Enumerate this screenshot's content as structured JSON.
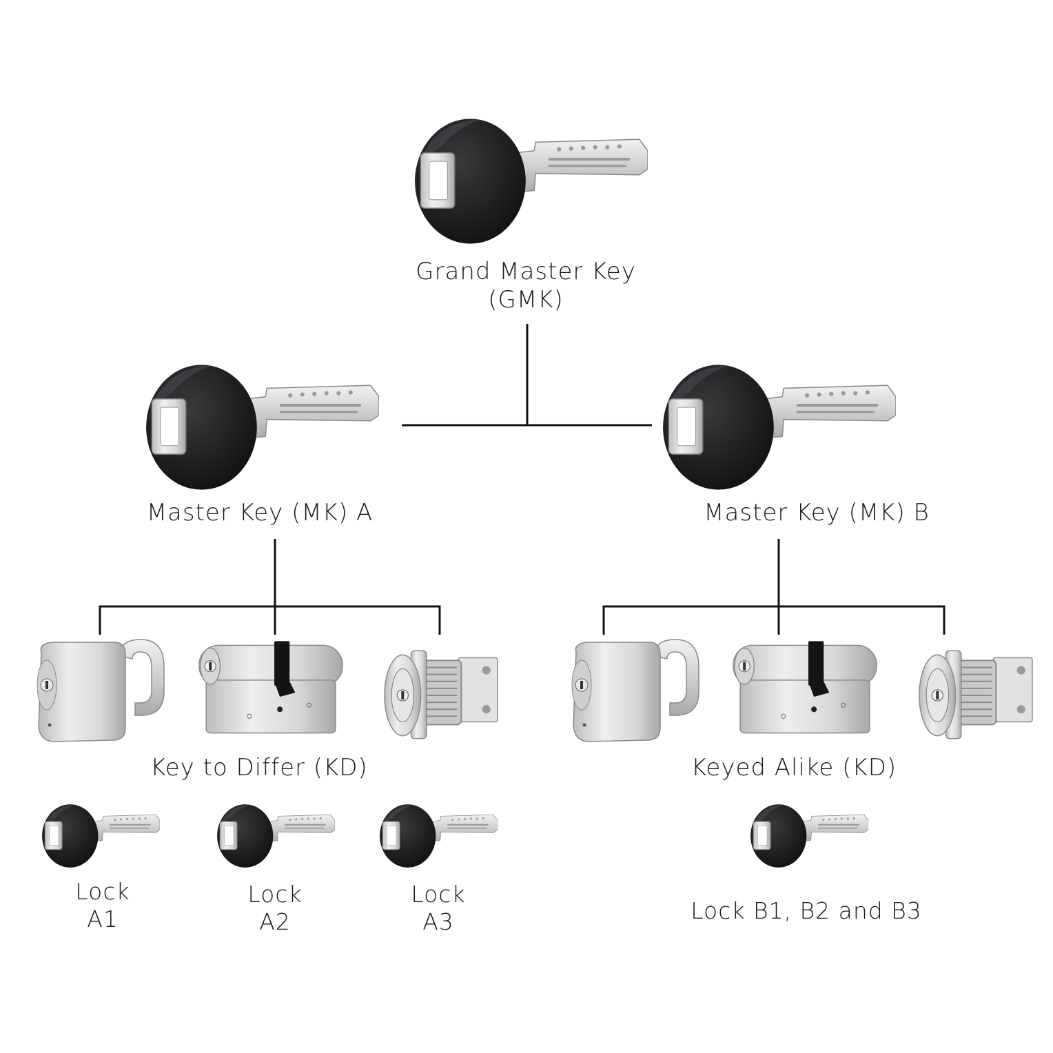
{
  "diagram": {
    "gmk": {
      "label_line1": "Grand Master Key",
      "label_line2": "(GMK)",
      "icon": "key-icon"
    },
    "mk_a": {
      "label": "Master Key (MK)  A",
      "icon": "key-icon"
    },
    "mk_b": {
      "label": "Master Key (MK) B",
      "icon": "key-icon"
    },
    "group_a": {
      "label": "Key to Differ (KD)",
      "devices": [
        "padlock-icon",
        "euro-cylinder-icon",
        "cam-lock-icon"
      ],
      "keys": [
        {
          "line1": "Lock",
          "line2": "A1"
        },
        {
          "line1": "Lock",
          "line2": "A2"
        },
        {
          "line1": "Lock",
          "line2": "A3"
        }
      ]
    },
    "group_b": {
      "label": "Keyed Alike (KD)",
      "devices": [
        "padlock-icon",
        "euro-cylinder-icon",
        "cam-lock-icon"
      ],
      "key_label": "Lock B1, B2 and B3"
    },
    "colors": {
      "line": "#111111",
      "key_head": "#1c1c1e",
      "metal": "#d8d8d8"
    }
  }
}
